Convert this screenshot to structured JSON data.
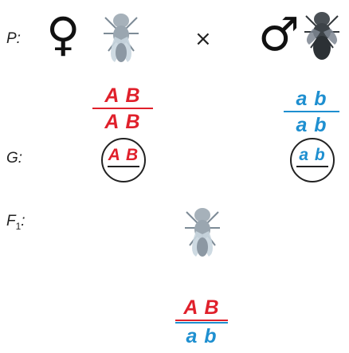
{
  "rows": {
    "p": "P:",
    "g": "G:",
    "f1_main": "F",
    "f1_sub": "1",
    "f1_tail": ":"
  },
  "symbols": {
    "female": "♀",
    "male": "♂",
    "cross": "×"
  },
  "parents": {
    "female_genotype": {
      "top": "A B",
      "bottom": "A B"
    },
    "male_genotype": {
      "top": "a b",
      "bottom": "a b"
    }
  },
  "gametes": {
    "female": "A B",
    "male": "a b"
  },
  "offspring": {
    "genotype": {
      "top": "A B",
      "bottom": "a b"
    }
  },
  "colors": {
    "dominant": "#e0202b",
    "recessive": "#1e8fd0"
  },
  "icons": [
    "light-fly-icon",
    "dark-fly-icon"
  ]
}
